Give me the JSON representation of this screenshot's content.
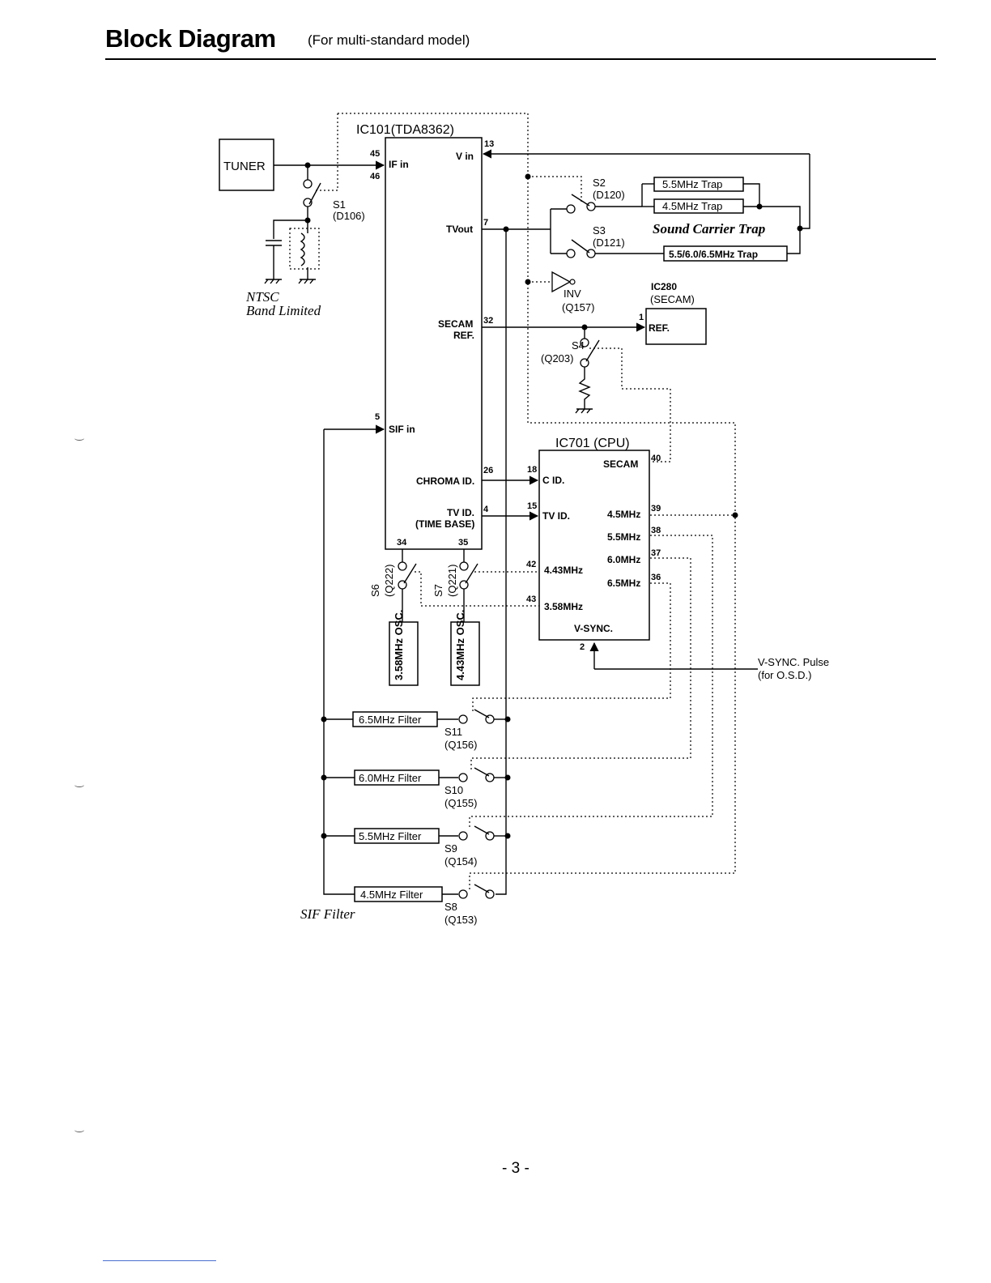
{
  "header": {
    "title": "Block Diagram",
    "subtitle": "(For multi-standard model)"
  },
  "page_number": "- 3 -",
  "diagram": {
    "tuner": "TUNER",
    "ic101": {
      "title": "IC101(TDA8362)",
      "pins": {
        "if_in": {
          "num": "45",
          "label": "IF in"
        },
        "pin46": "46",
        "v_in": {
          "num": "13",
          "label": "V in"
        },
        "tv_out": {
          "num": "7",
          "label": "TVout"
        },
        "secam_ref": {
          "num": "32",
          "label1": "SECAM",
          "label2": "REF."
        },
        "sif_in": {
          "num": "5",
          "label": "SIF in"
        },
        "chroma_id": {
          "num": "26",
          "label": "CHROMA ID."
        },
        "tv_id": {
          "num": "4",
          "label1": "TV ID.",
          "label2": "(TIME BASE)"
        },
        "pin34": "34",
        "pin35": "35"
      }
    },
    "ic280": {
      "title1": "IC280",
      "title2": "(SECAM)",
      "pin": "1",
      "ref": "REF."
    },
    "ic701": {
      "title": "IC701 (CPU)",
      "pins": {
        "secam": {
          "num": "40",
          "label": "SECAM"
        },
        "c_id": {
          "num": "18",
          "label": "C ID."
        },
        "tv_id": {
          "num": "15",
          "label": "TV ID."
        },
        "mhz45": {
          "num": "39",
          "label": "4.5MHz"
        },
        "mhz55": {
          "num": "38",
          "label": "5.5MHz"
        },
        "mhz60": {
          "num": "37",
          "label": "6.0MHz"
        },
        "mhz65": {
          "num": "36",
          "label": "6.5MHz"
        },
        "mhz443": {
          "num": "42",
          "label": "4.43MHz"
        },
        "mhz358": {
          "num": "43",
          "label": "3.58MHz"
        },
        "vsync": {
          "num": "2",
          "label": "V-SYNC."
        }
      }
    },
    "switches": {
      "s1": {
        "name": "S1",
        "part": "(D106)"
      },
      "s2": {
        "name": "S2",
        "part": "(D120)"
      },
      "s3": {
        "name": "S3",
        "part": "(D121)"
      },
      "s4": {
        "name": "S4",
        "part": "(Q203)"
      },
      "s6": {
        "name": "S6",
        "part": "(Q222)"
      },
      "s7": {
        "name": "S7",
        "part": "(Q221)"
      },
      "s8": {
        "name": "S8",
        "part": "(Q153)"
      },
      "s9": {
        "name": "S9",
        "part": "(Q154)"
      },
      "s10": {
        "name": "S10",
        "part": "(Q155)"
      },
      "s11": {
        "name": "S11",
        "part": "(Q156)"
      }
    },
    "inv": {
      "name": "INV",
      "part": "(Q157)"
    },
    "traps": {
      "t55": "5.5MHz Trap",
      "t45": "4.5MHz Trap",
      "t556": "5.5/6.0/6.5MHz Trap",
      "caption": "Sound Carrier Trap"
    },
    "osc": {
      "o358": "3.58MHz OSC.",
      "o443": "4.43MHz OSC."
    },
    "filters": {
      "f65": "6.5MHz Filter",
      "f60": "6.0MHz Filter",
      "f55": "5.5MHz Filter",
      "f45": "4.5MHz Filter",
      "caption": "SIF Filter"
    },
    "ntsc": {
      "line1": "NTSC",
      "line2": "Band Limited"
    },
    "vsync_out": {
      "line1": "V-SYNC. Pulse",
      "line2": "(for O.S.D.)"
    }
  }
}
